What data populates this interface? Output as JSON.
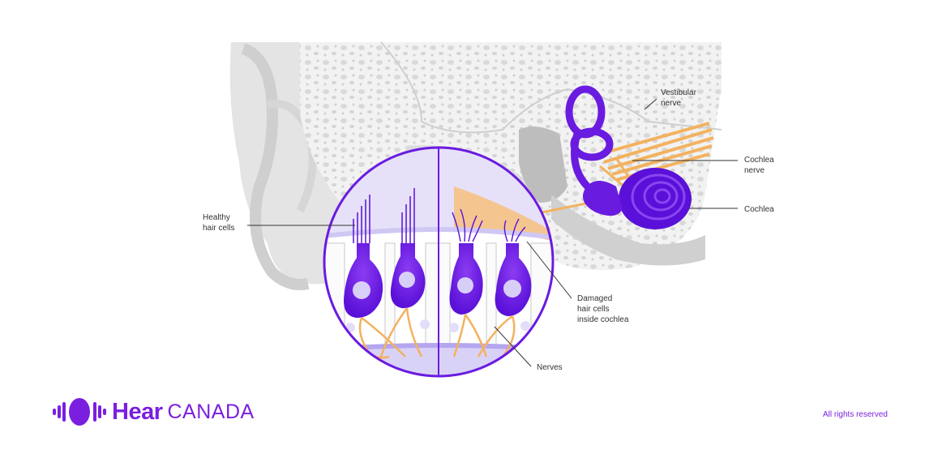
{
  "labels": {
    "healthy_line1": "Healthy",
    "healthy_line2": "hair cells",
    "vestibular_line1": "Vestibular",
    "vestibular_line2": "nerve",
    "cochlea_nerve_line1": "Cochlea",
    "cochlea_nerve_line2": "nerve",
    "cochlea": "Cochlea",
    "damaged_line1": "Damaged",
    "damaged_line2": "hair cells",
    "damaged_line3": "inside cochlea",
    "nerves": "Nerves"
  },
  "brand": {
    "name_bold": "Hear",
    "name_regular": "CANADA",
    "icon": "soundwave-logo-icon"
  },
  "footer": {
    "rights": "All rights reserved"
  },
  "colors": {
    "purple": "#6a1be0",
    "dark_purple": "#4a12b0",
    "orange": "#f3b25f",
    "brand": "#7a1fe0",
    "lavender": "#dcd6f7"
  }
}
